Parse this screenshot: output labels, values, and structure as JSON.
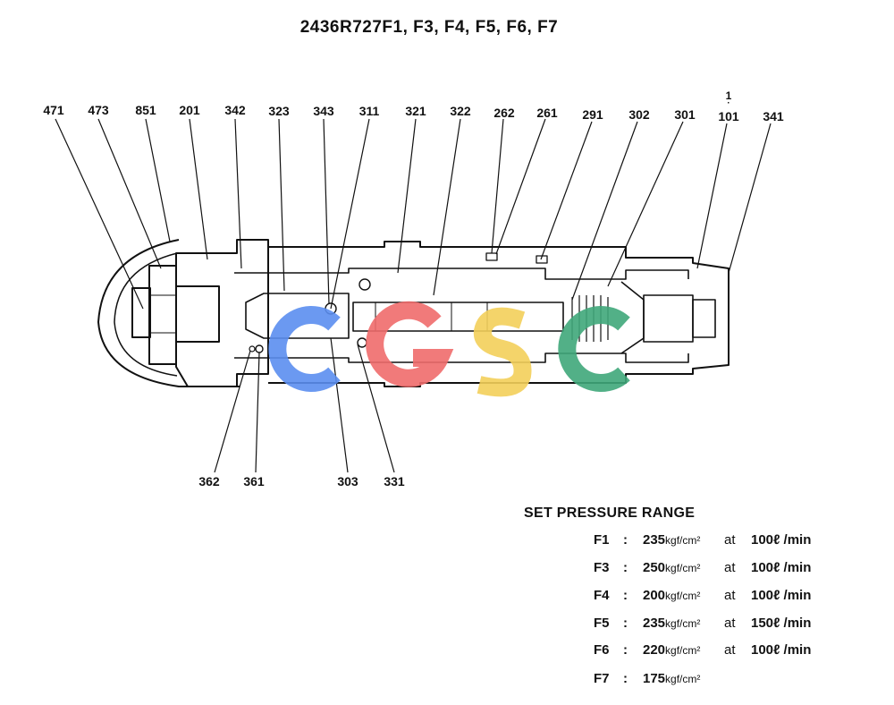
{
  "title": "2436R727F1, F3, F4, F5, F6, F7",
  "part_labels_top": [
    "471",
    "473",
    "851",
    "201",
    "342",
    "323",
    "343",
    "311",
    "321",
    "322",
    "262",
    "261",
    "291",
    "302",
    "301",
    "101",
    "341"
  ],
  "top_mark_above_101": "1",
  "part_labels_bottom": [
    "362",
    "361",
    "303",
    "331"
  ],
  "watermark": "CGSC",
  "spec": {
    "heading": "SET PRESSURE RANGE",
    "rows": [
      {
        "code": "F1",
        "colon": ":",
        "pressure": "235",
        "unit": "kgf/cm²",
        "at": "at",
        "flow": "100ℓ /min"
      },
      {
        "code": "F3",
        "colon": ":",
        "pressure": "250",
        "unit": "kgf/cm²",
        "at": "at",
        "flow": "100ℓ /min"
      },
      {
        "code": "F4",
        "colon": ":",
        "pressure": "200",
        "unit": "kgf/cm²",
        "at": "at",
        "flow": "100ℓ /min"
      },
      {
        "code": "F5",
        "colon": ":",
        "pressure": "235",
        "unit": "kgf/cm²",
        "at": "at",
        "flow": "150ℓ /min"
      },
      {
        "code": "F6",
        "colon": ":",
        "pressure": "220",
        "unit": "kgf/cm²",
        "at": "at",
        "flow": "100ℓ /min"
      },
      {
        "code": "F7",
        "colon": ":",
        "pressure": "175",
        "unit": "kgf/cm²",
        "at": "",
        "flow": ""
      }
    ]
  },
  "colors": {
    "ink": "#111111",
    "watermark_blue": "#5b8ef0",
    "watermark_red": "#ef6b6b",
    "watermark_yellow": "#f3cf5a",
    "watermark_green": "#3fa77a"
  }
}
